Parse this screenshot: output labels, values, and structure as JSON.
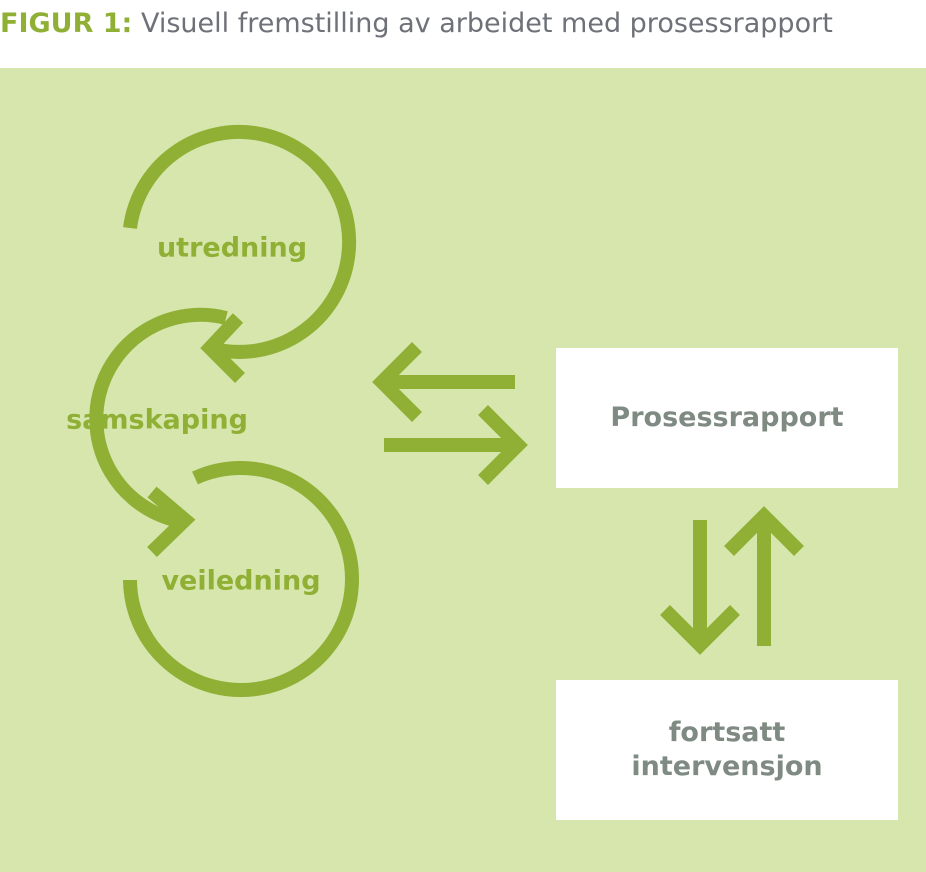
{
  "figure": {
    "label": "FIGUR 1:",
    "title": " Visuell fremstilling av arbeidet med prosessrapport"
  },
  "cycles": {
    "top": "utredning",
    "middle": "samskaping",
    "bottom": "veiledning"
  },
  "boxes": {
    "report": "Prosessrapport",
    "intervention_line1": "fortsatt",
    "intervention_line2": "intervensjon"
  },
  "colors": {
    "accent": "#8fb035",
    "panel_background": "#d6e6ac",
    "title_gray": "#6e7178",
    "box_text": "#7e8a82",
    "box_fill": "#ffffff"
  }
}
